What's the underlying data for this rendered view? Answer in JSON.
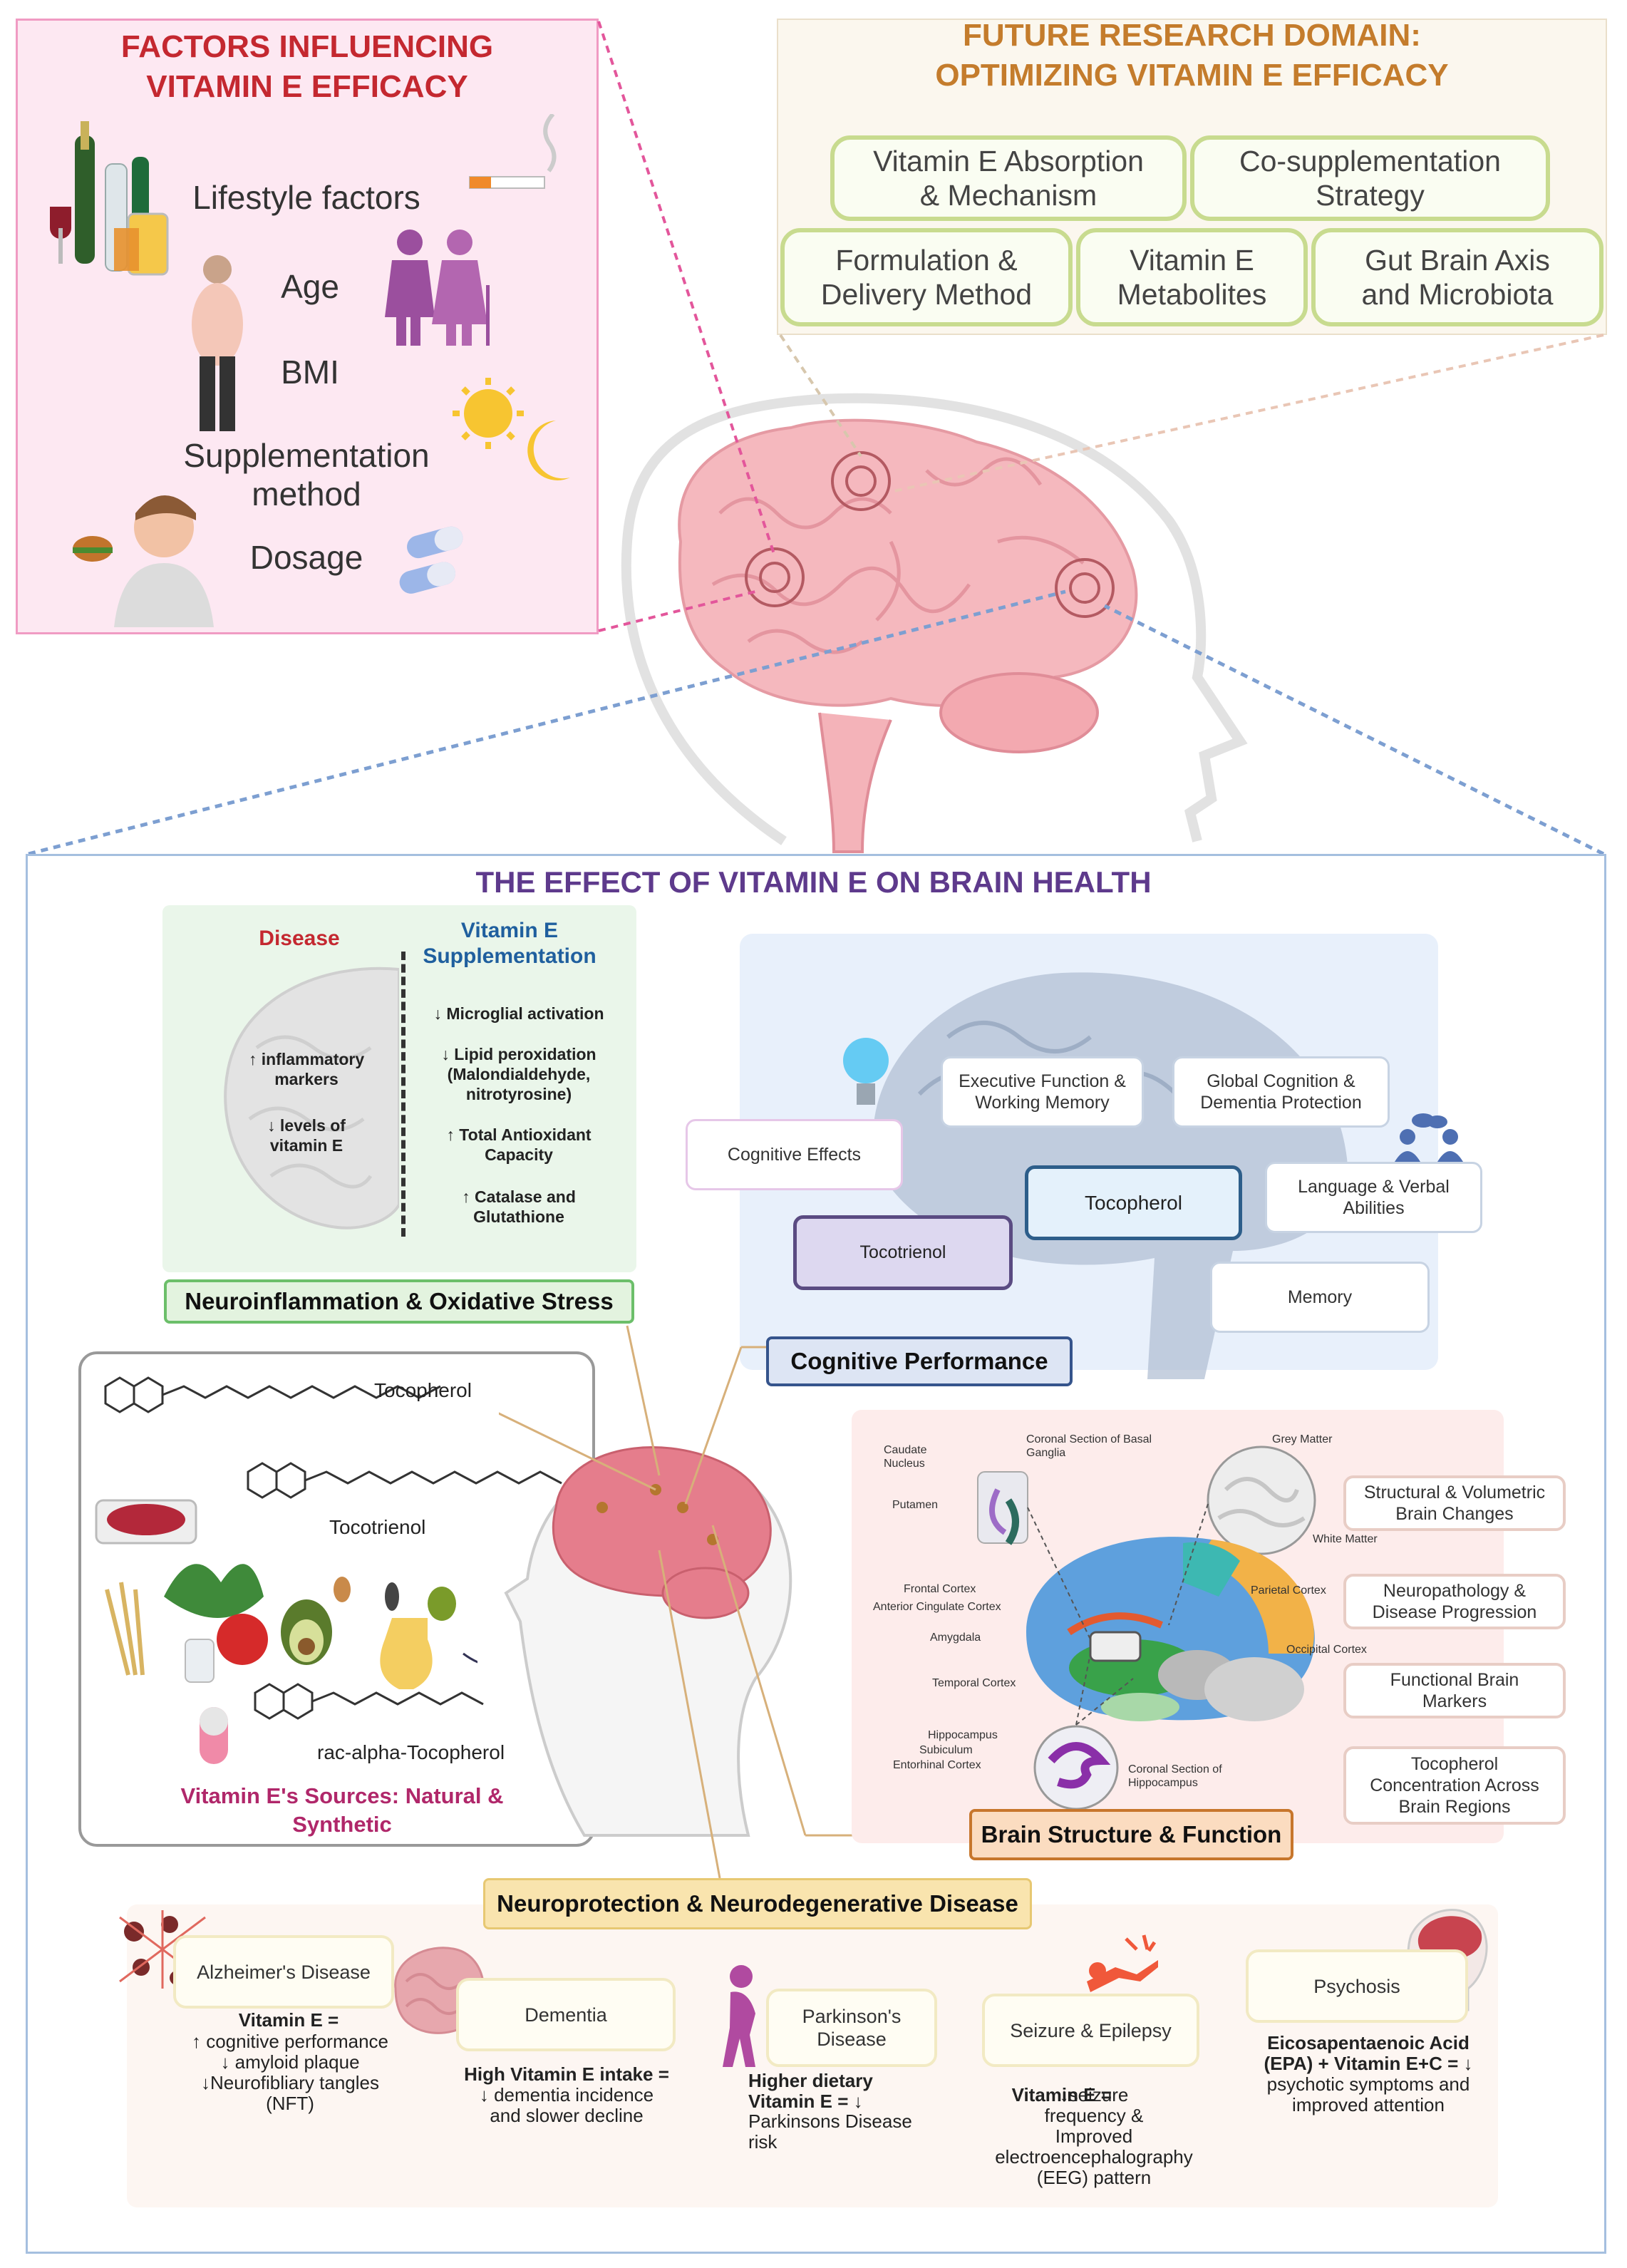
{
  "factors": {
    "title": "FACTORS INFLUENCING\nVITAMIN E EFFICACY",
    "items": [
      "Lifestyle factors",
      "Age",
      "BMI",
      "Supplementation\nmethod",
      "Dosage"
    ]
  },
  "future": {
    "title": "FUTURE RESEARCH DOMAIN:\nOPTIMIZING VITAMIN E  EFFICACY",
    "pills": [
      "Vitamin E Absorption\n& Mechanism",
      "Co-supplementation\nStrategy",
      "Formulation &\nDelivery Method",
      "Vitamin E\nMetabolites",
      "Gut Brain Axis\nand Microbiota"
    ]
  },
  "main": {
    "title": "THE EFFECT OF VITAMIN E ON BRAIN HEALTH"
  },
  "neuroinflammation": {
    "disease_header": "Disease",
    "supp_header": "Vitamin E\nSupplementation",
    "disease_items": [
      "↑ inflammatory\nmarkers",
      "↓  levels of\nvitamin E"
    ],
    "supp_items": [
      "↓ Microglial activation",
      "↓ Lipid peroxidation\n(Malondialdehyde,\nnitrotyrosine)",
      "↑ Total Antioxidant\nCapacity",
      "↑ Catalase and\nGlutathione"
    ],
    "tag": "Neuroinflammation & Oxidative Stress"
  },
  "cognitive": {
    "boxes": [
      "Executive Function &\nWorking Memory",
      "Global Cognition &\nDementia Protection",
      "Cognitive Effects",
      "Tocopherol",
      "Language & Verbal\nAbilities",
      "Tocotrienol",
      "Memory"
    ],
    "tag": "Cognitive Performance"
  },
  "sources": {
    "labels": [
      "Tocopherol",
      "Tocotrienol",
      "rac-alpha-Tocopherol"
    ],
    "title": "Vitamin E's Sources: Natural &\nSynthetic"
  },
  "brain_structure": {
    "region_labels": [
      "Caudate\nNucleus",
      "Coronal Section of Basal\nGanglia",
      "Grey Matter",
      "Putamen",
      "White Matter",
      "Frontal Cortex",
      "Anterior Cingulate Cortex",
      "Parietal Cortex",
      "Amygdala",
      "Occipital Cortex",
      "Temporal Cortex",
      "Hippocampus",
      "Subiculum",
      "Entorhinal Cortex",
      "Coronal Section of\nHippocampus"
    ],
    "boxes": [
      "Structural & Volumetric\nBrain Changes",
      "Neuropathology &\nDisease Progression",
      "Functional Brain\nMarkers",
      "Tocopherol\nConcentration Across\nBrain Regions"
    ],
    "tag": "Brain Structure & Function"
  },
  "neuroprotection": {
    "tag": "Neuroprotection & Neurodegenerative Disease",
    "diseases": [
      {
        "name": "Alzheimer's Disease",
        "text_bold": "Vitamin E =",
        "text": "↑ cognitive performance\n↓ amyloid plaque\n↓Neurofibliary tangles\n(NFT)"
      },
      {
        "name": "Dementia",
        "text_bold": "High Vitamin E intake =",
        "text": "↓ dementia incidence\nand slower decline"
      },
      {
        "name": "Parkinson's\nDisease",
        "text_bold": "Higher dietary\nVitamin E = ↓",
        "text": "Parkinsons Disease\nrisk"
      },
      {
        "name": "Seizure & Epilepsy",
        "text_bold": "Vitamin E = ",
        "text": "↓seizure\nfrequency &\nImproved\nelectroencephalography\n(EEG) pattern"
      },
      {
        "name": "Psychosis",
        "text_bold": "Eicosapentaenoic Acid\n(EPA) + Vitamin E+C = ↓",
        "text": "psychotic symptoms and\nimproved attention"
      }
    ]
  },
  "colors": {
    "factors_bg": "#fde8f2",
    "factors_title": "#c42830",
    "future_title": "#c47c2c",
    "pill_border": "#c8db8f",
    "main_title": "#5e3a8c",
    "disease_red": "#c42830",
    "supp_blue": "#1f5f9e",
    "sources_title": "#b0276a"
  }
}
